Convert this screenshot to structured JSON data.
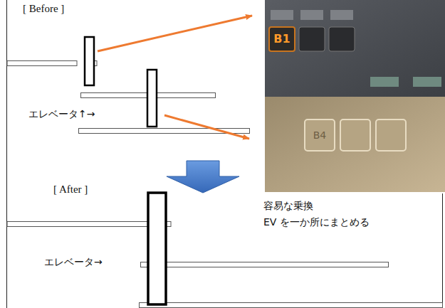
{
  "diagram": {
    "labels": [
      "[ Before ]",
      "B1",
      "B4",
      "エレベータ↑→",
      "[ After ]",
      "容易な乗換",
      "EV を一か所にまとめる",
      "エレベータ→"
    ]
  }
}
